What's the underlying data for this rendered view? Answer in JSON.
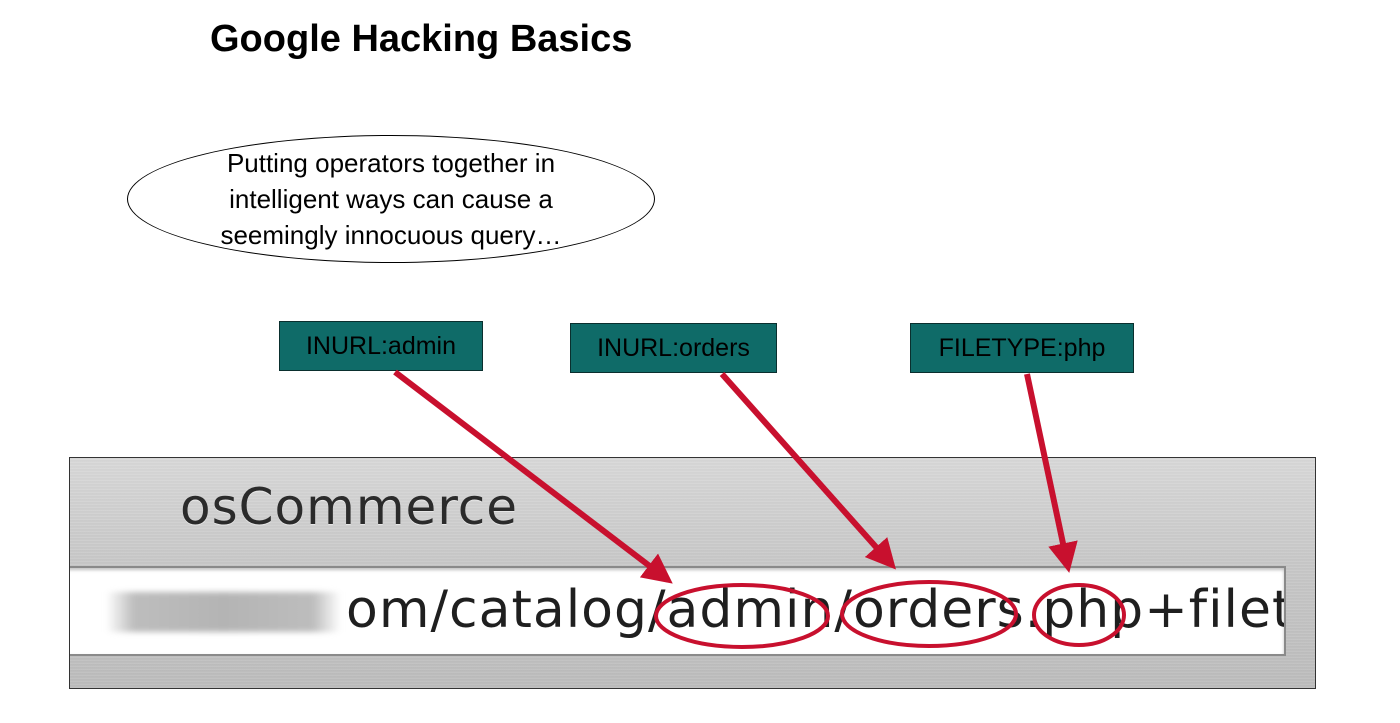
{
  "slide": {
    "title": "Google Hacking Basics"
  },
  "callout": {
    "lines": [
      "Putting operators together in",
      "intelligent ways can cause a",
      "seemingly innocuous query…"
    ]
  },
  "operators": [
    {
      "label": "INURL:admin"
    },
    {
      "label": "INURL:orders"
    },
    {
      "label": "FILETYPE:php"
    }
  ],
  "browser": {
    "window_title": "osCommerce",
    "url_visible": "om/catalog/admin/orders.php+filety"
  },
  "colors": {
    "label_fill": "#0f6b68",
    "arrow": "#c8102e"
  }
}
